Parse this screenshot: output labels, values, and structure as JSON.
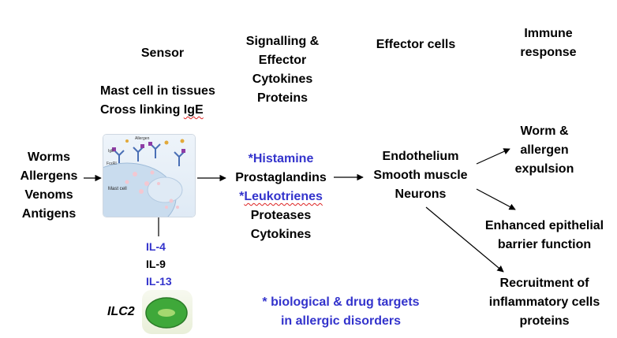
{
  "headers": {
    "sensor": "Sensor",
    "signalling": [
      "Signalling &",
      "Effector",
      "Cytokines",
      "Proteins"
    ],
    "effector_cells": "Effector cells",
    "immune_response": [
      "Immune",
      "response"
    ]
  },
  "sensor_detail": [
    "Mast cell in tissues",
    "Cross linking ",
    "IgE"
  ],
  "triggers": [
    "Worms",
    "Allergens",
    "Venoms",
    "Antigens"
  ],
  "mast_cell_image": {
    "label": "Mast cell",
    "allergen": "Allergen",
    "ige": "IgE",
    "receptor": "FcεRI"
  },
  "cytokines_in": [
    {
      "text": "IL-4",
      "color": "#3333cc"
    },
    {
      "text": "IL-9",
      "color": "#000000"
    },
    {
      "text": "IL-13",
      "color": "#3333cc"
    }
  ],
  "ilc2_label": "ILC2",
  "mediators": {
    "histamine": "*Histamine",
    "prostaglandins": "Prostaglandins",
    "leukotrienes_star": "*",
    "leukotrienes": "Leukotrienes",
    "proteases": "Proteases",
    "cytokines": "Cytokines"
  },
  "effector_targets": [
    "Endothelium",
    "Smooth muscle",
    "Neurons"
  ],
  "responses": {
    "worm": [
      "Worm &",
      "allergen",
      "expulsion"
    ],
    "barrier": [
      "Enhanced epithelial",
      "barrier function"
    ],
    "recruit": [
      "Recruitment of",
      "inflammatory cells",
      "proteins"
    ]
  },
  "footnote": [
    "* biological & drug targets",
    "in allergic disorders"
  ],
  "colors": {
    "accent_blue": "#3333cc",
    "ilc2_fill": "#3fa83a"
  }
}
